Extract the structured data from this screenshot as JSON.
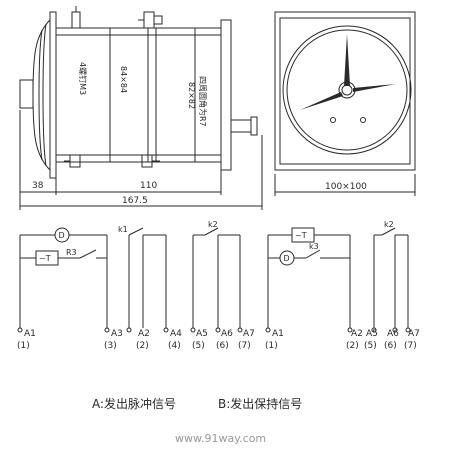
{
  "side_view": {
    "dim_body": "84×84",
    "screw_label": "4螺钉M3",
    "dim_panel": "82×82",
    "corner_label": "四周圆角为R7",
    "dim_front": "38",
    "dim_length": "110",
    "dim_total": "167.5"
  },
  "front_view": {
    "dim_face": "100×100"
  },
  "circuit_a": {
    "d_label": "D",
    "t_label": "~T",
    "r3_label": "R3",
    "k1_label": "k1",
    "k2_label": "k2",
    "terminals": [
      "A1",
      "A3",
      "A2",
      "A4",
      "A5",
      "A6",
      "A7"
    ],
    "pins": [
      "(1)",
      "(3)",
      "(2)",
      "(4)",
      "(5)",
      "(6)",
      "(7)"
    ]
  },
  "circuit_b": {
    "d_label": "D",
    "t_label": "~T",
    "k3_label": "k3",
    "k2_label": "k2",
    "terminals": [
      "A1",
      "A2",
      "A5",
      "A6",
      "A7"
    ],
    "pins": [
      "(1)",
      "(2)",
      "(5)",
      "(6)",
      "(7)"
    ]
  },
  "captions": {
    "a": "A:发出脉冲信号",
    "b": "B:发出保持信号"
  },
  "watermark": "www.91way.com"
}
